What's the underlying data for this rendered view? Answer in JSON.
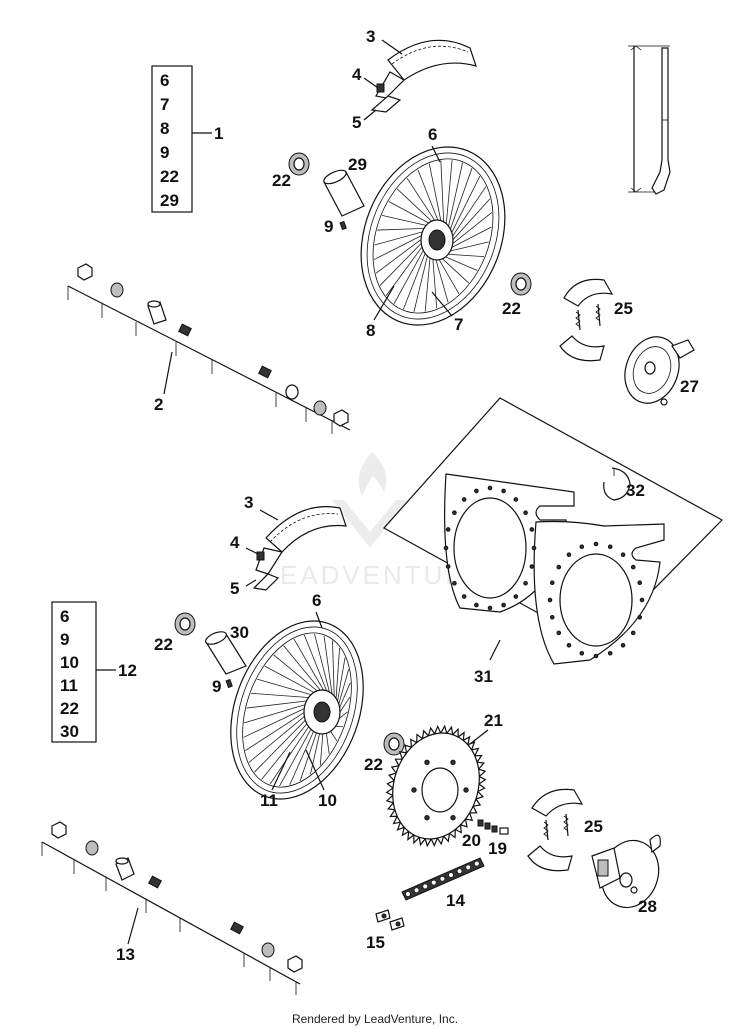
{
  "footer": "Rendered by LeadVenture, Inc.",
  "watermark": "LEADVENTURE",
  "kit_box_front": {
    "items": [
      "6",
      "7",
      "8",
      "9",
      "22",
      "29"
    ],
    "label": "1"
  },
  "kit_box_rear": {
    "items": [
      "6",
      "9",
      "10",
      "11",
      "22",
      "30"
    ],
    "label": "12"
  },
  "callouts": {
    "front_tire": "3",
    "front_tube": "4",
    "front_rim_strip": "5",
    "front_rim": "6",
    "front_bearing_left": "22",
    "front_spacer": "29",
    "front_nipple": "9",
    "front_spoke_8": "8",
    "front_spoke_7": "7",
    "front_bearing_right": "22",
    "front_axle": "2",
    "front_brake_shoes": "25",
    "front_brake_plate": "27",
    "rear_tire": "3",
    "rear_tube": "4",
    "rear_rim_strip": "5",
    "rear_rim": "6",
    "rear_bearing_left": "22",
    "rear_spacer": "30",
    "rear_nipple": "9",
    "rear_spoke_11": "11",
    "rear_spoke_10": "10",
    "rear_bearing_right": "22",
    "sprocket": "21",
    "sprocket_bolt": "19",
    "sprocket_nut": "20",
    "chain": "14",
    "master_link": "15",
    "rear_axle": "13",
    "rear_brake_shoes": "25",
    "rear_brake_plate": "28",
    "wheel_weights": "31",
    "weight_clip": "32"
  },
  "colors": {
    "ink": "#111111",
    "watermark": "#cfcfcf"
  }
}
